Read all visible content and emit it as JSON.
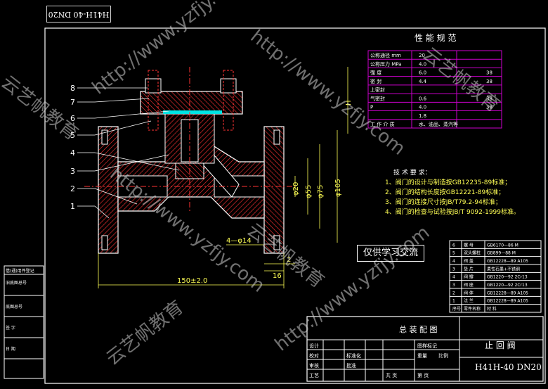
{
  "drawing": {
    "top_label_rotated": "H41H-40 DN20",
    "watermark_tag": "仅供学习交流",
    "watermark_text": "http://www.yzfjy.com",
    "watermark_cn": "云艺帆教育"
  },
  "perf_table": {
    "title": "性 能 规 范",
    "rows": [
      {
        "label": "公称通径 mm",
        "value": "20",
        "extra": ""
      },
      {
        "label": "公称压力 MPa",
        "value": "4.0",
        "extra": ""
      },
      {
        "label": "强 度",
        "value": "6.0",
        "extra": "38"
      },
      {
        "label": "密 封",
        "value": "4.4",
        "extra": "38"
      },
      {
        "label": "上密封",
        "value": "",
        "extra": ""
      },
      {
        "label": "气密封",
        "value": "0.6",
        "extra": "38"
      },
      {
        "label": "P",
        "value": "4.0",
        "extra": "38"
      },
      {
        "label": "",
        "value": "1.8",
        "extra": ""
      },
      {
        "label": "工 作 介 质",
        "value": "水、油品、蒸汽等",
        "extra": ""
      }
    ]
  },
  "tech_req": {
    "title": "技 术 要 求：",
    "items": [
      "1、阀门的设计与制造按GB12235-89标准；",
      "2、阀门的结构长度按GB12221-89标准；",
      "3、阀门的连接尺寸按JB/T79.2-94标准；",
      "4、阀门的检查与试验按JB/T 9092-1999标准。"
    ]
  },
  "dims": {
    "d20": "φ20",
    "d55": "φ55",
    "d75": "φ75",
    "d105": "φ105",
    "holes": "4—φ14",
    "len": "150±2.0",
    "two": "2",
    "sixteen": "16",
    "h": "H"
  },
  "leaders": [
    "8",
    "7",
    "6",
    "5",
    "4",
    "3",
    "2",
    "1"
  ],
  "bom": {
    "rows": [
      {
        "no": "6",
        "name": "螺 母",
        "std": "GB6170—86 M",
        "qty": ""
      },
      {
        "no": "5",
        "name": "双头螺柱",
        "std": "GB899—88 M",
        "qty": ""
      },
      {
        "no": "4",
        "name": "阀 盖",
        "std": "GB12228—89 A105",
        "qty": ""
      },
      {
        "no": "3",
        "name": "垫 片",
        "std": "柔性石墨+不锈钢",
        "qty": ""
      },
      {
        "no": "4",
        "name": "阀 瓣",
        "std": "GB1220—92 2Cr13",
        "qty": ""
      },
      {
        "no": "3",
        "name": "阀 座",
        "std": "GB1220—92 2Cr13",
        "qty": ""
      },
      {
        "no": "2",
        "name": "阀 体",
        "std": "GB12228—89 A105",
        "qty": ""
      },
      {
        "no": "1",
        "name": "法 兰",
        "std": "GB12228—89 A105",
        "qty": ""
      }
    ],
    "header": {
      "no": "序号",
      "name": "零件名称",
      "std": "材 料"
    }
  },
  "title_block": {
    "drawing_name": "总 装 配 图",
    "part_name": "止 回 阀",
    "code": "H41H-40 DN20",
    "labels": [
      "设计",
      "校对",
      "审核",
      "工艺",
      "标准化",
      "批准",
      "比例",
      "共 页",
      "第 页",
      "重量",
      "图样标记"
    ]
  },
  "left_strip": {
    "items": [
      "借(通)用件登记",
      "旧底图总号",
      "底图总号",
      "签 字",
      "日 期"
    ]
  },
  "colors": {
    "bg": "#000000",
    "outline": "#ffffff",
    "section": "#ff3333",
    "gasket": "#00e5e5",
    "annotation": "#ffff55",
    "table_border": "#cc00cc",
    "frame": "#ffffff"
  }
}
